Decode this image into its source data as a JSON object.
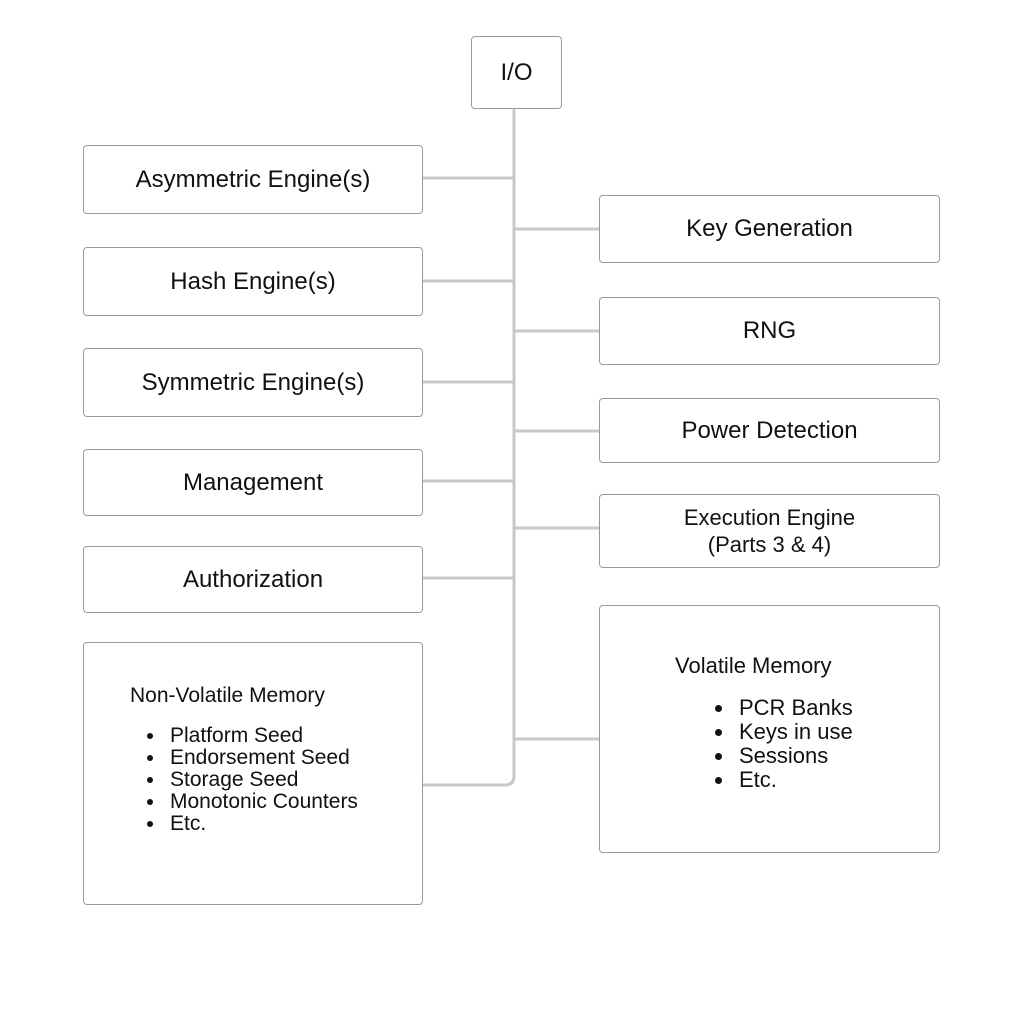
{
  "diagram": {
    "top": {
      "label": "I/O"
    },
    "left_boxes": [
      {
        "label": "Asymmetric Engine(s)"
      },
      {
        "label": "Hash Engine(s)"
      },
      {
        "label": "Symmetric Engine(s)"
      },
      {
        "label": "Management"
      },
      {
        "label": "Authorization"
      }
    ],
    "right_boxes": [
      {
        "label": "Key Generation"
      },
      {
        "label": "RNG"
      },
      {
        "label": "Power Detection"
      },
      {
        "label_line1": "Execution Engine",
        "label_line2": "(Parts 3 & 4)"
      }
    ],
    "non_volatile_memory": {
      "title": "Non-Volatile Memory",
      "items": [
        "Platform Seed",
        "Endorsement Seed",
        "Storage Seed",
        "Monotonic Counters",
        "Etc."
      ]
    },
    "volatile_memory": {
      "title": "Volatile Memory",
      "items": [
        "PCR Banks",
        "Keys in use",
        "Sessions",
        "Etc."
      ]
    },
    "colors": {
      "connector": "#c8c8c8",
      "border": "#9a9a9a",
      "background": "#ffffff",
      "text": "#111111"
    }
  }
}
